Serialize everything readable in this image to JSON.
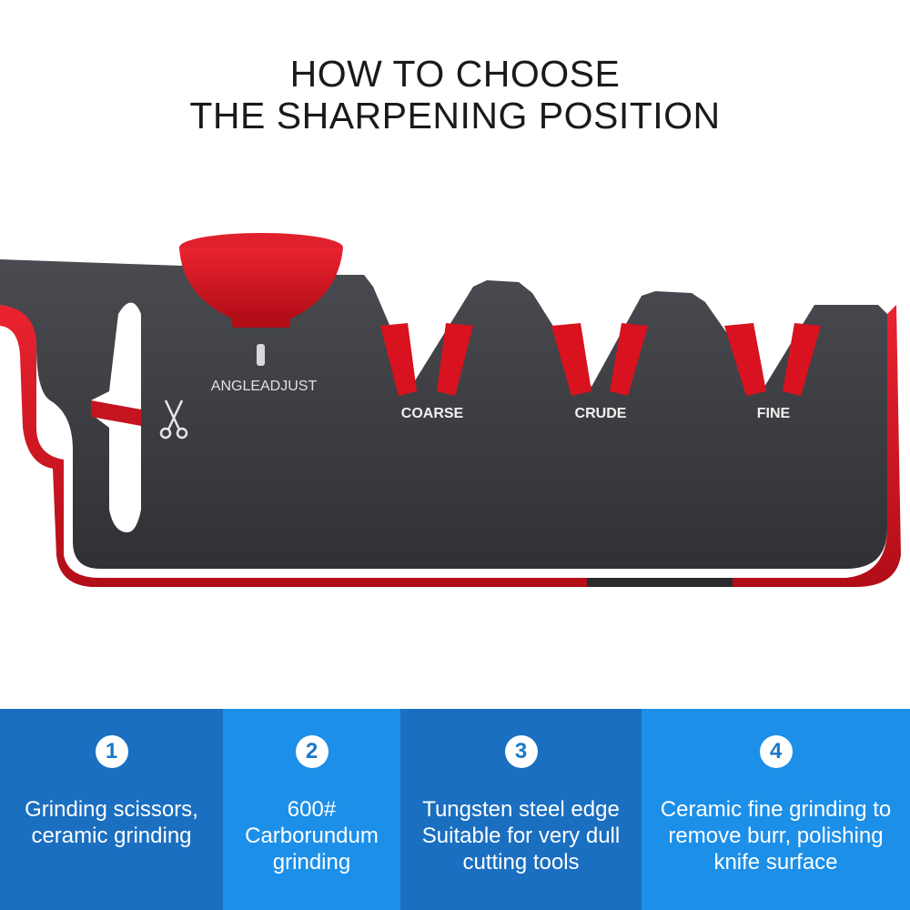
{
  "title": {
    "line1": "HOW TO CHOOSE",
    "line2": "THE SHARPENING POSITION"
  },
  "product": {
    "angle_label": "ANGLEADJUST",
    "slots": [
      "COARSE",
      "CRUDE",
      "FINE"
    ],
    "scissors_icon": "scissors-icon",
    "colors": {
      "body": "#3a3b3f",
      "accent": "#d8121f"
    }
  },
  "panels": [
    {
      "number": "1",
      "lines": [
        "Grinding scissors,",
        "ceramic grinding"
      ]
    },
    {
      "number": "2",
      "lines": [
        "600#",
        "Carborundum",
        "grinding"
      ]
    },
    {
      "number": "3",
      "lines": [
        "Tungsten steel edge",
        "Suitable for very dull",
        "cutting tools"
      ]
    },
    {
      "number": "4",
      "lines": [
        "Ceramic fine grinding to",
        "remove burr, polishing",
        "knife surface"
      ]
    }
  ]
}
